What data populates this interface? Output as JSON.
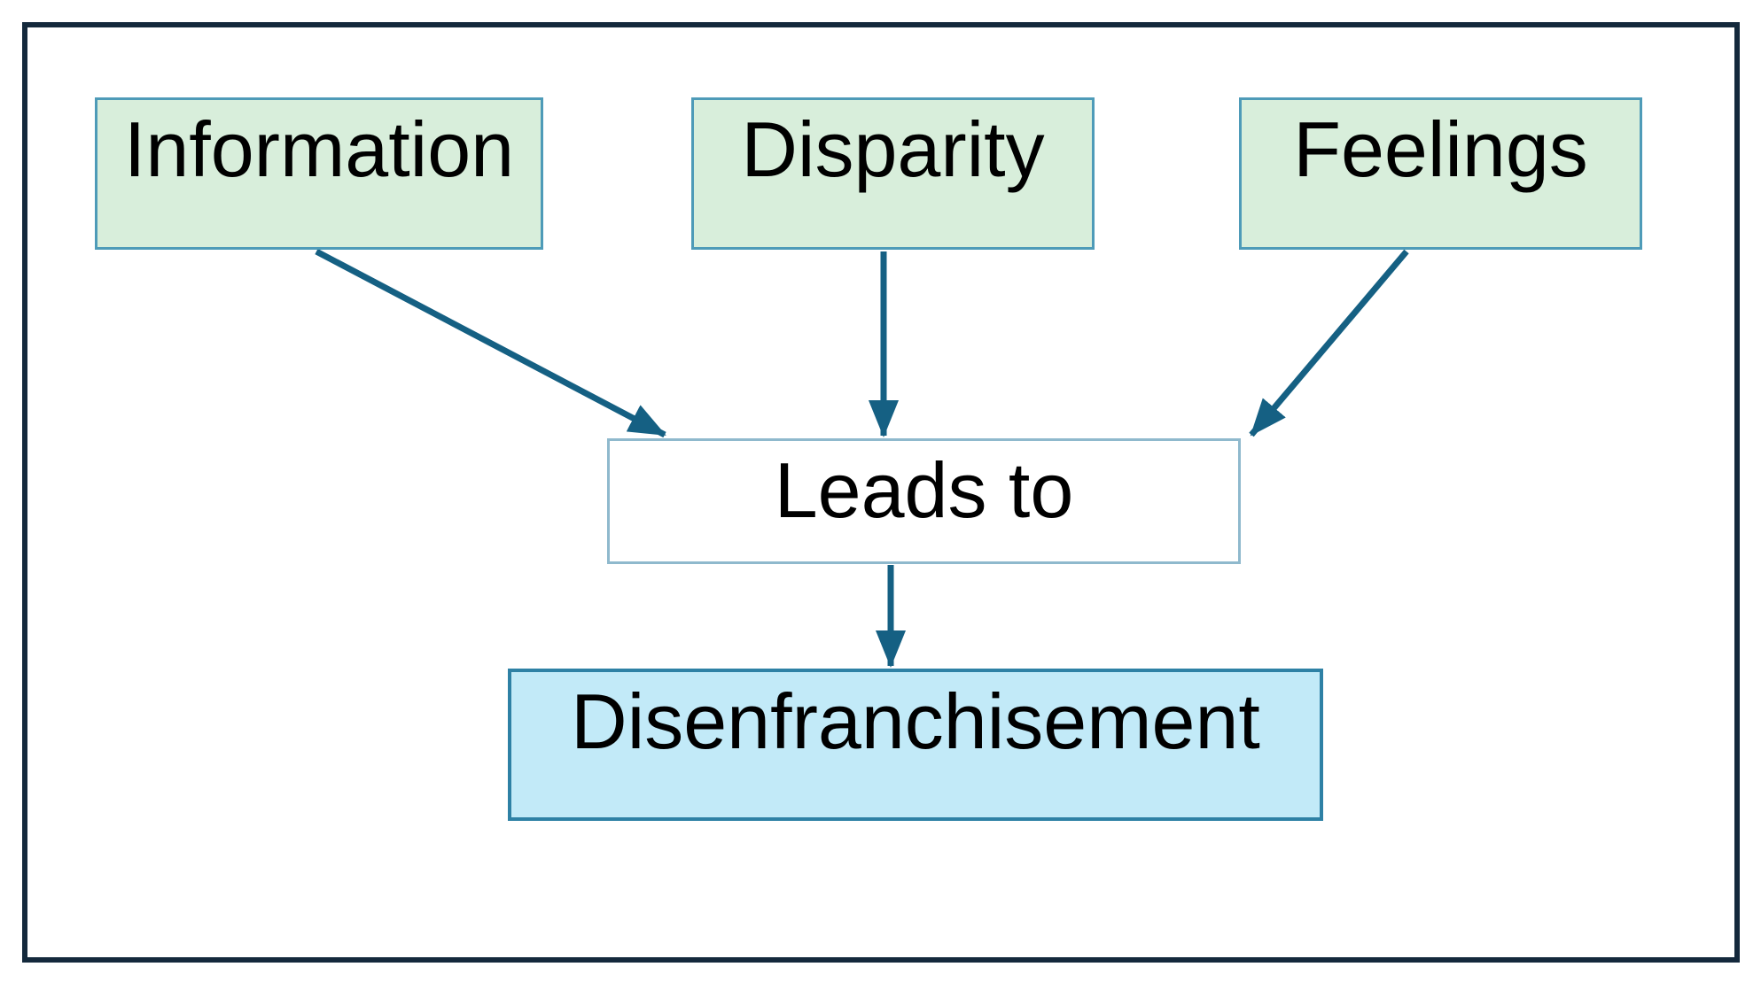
{
  "diagram": {
    "title": "",
    "nodes": {
      "information": {
        "label": "Information",
        "role": "cause"
      },
      "disparity": {
        "label": "Disparity",
        "role": "cause"
      },
      "feelings": {
        "label": "Feelings",
        "role": "cause"
      },
      "leads_to": {
        "label": "Leads to",
        "role": "connector"
      },
      "disenfranchisement": {
        "label": "Disenfranchisement",
        "role": "outcome"
      }
    },
    "edges": [
      {
        "from": "information",
        "to": "leads_to"
      },
      {
        "from": "disparity",
        "to": "leads_to"
      },
      {
        "from": "feelings",
        "to": "leads_to"
      },
      {
        "from": "leads_to",
        "to": "disenfranchisement"
      }
    ],
    "colors": {
      "cause_fill": "#d8eedb",
      "cause_border": "#4e9bb8",
      "connector_fill": "#ffffff",
      "connector_border": "#8fb9cd",
      "outcome_fill": "#c2eaf8",
      "outcome_border": "#2e81a5",
      "arrow": "#156083",
      "frame_border": "#14293c",
      "text": "#000000",
      "page_bg": "#ffffff"
    }
  }
}
